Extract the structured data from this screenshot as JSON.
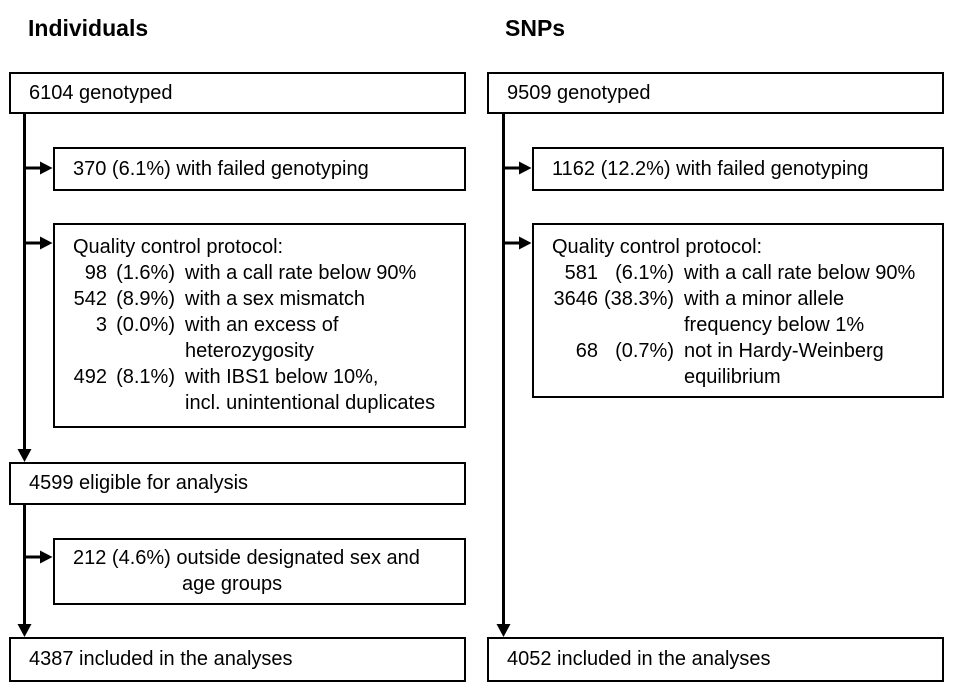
{
  "colors": {
    "ink": "#000000",
    "background": "#ffffff"
  },
  "left": {
    "heading": "Individuals",
    "box_genotyped": "6104 genotyped",
    "box_failed": "370 (6.1%) with failed genotyping",
    "qc": {
      "title": "Quality control protocol:",
      "lines": [
        {
          "num": "98",
          "pct": "(1.6%)",
          "text": "with a call rate below 90%"
        },
        {
          "num": "542",
          "pct": "(8.9%)",
          "text": "with a sex mismatch"
        },
        {
          "num": "3",
          "pct": "(0.0%)",
          "text": "with an excess of"
        },
        {
          "num": "",
          "pct": "",
          "text": "heterozygosity"
        },
        {
          "num": "492",
          "pct": "(8.1%)",
          "text": "with IBS1 below 10%,"
        },
        {
          "num": "",
          "pct": "",
          "text": "incl. unintentional duplicates"
        }
      ]
    },
    "box_eligible": "4599 eligible for analysis",
    "box_outside_line1": "212 (4.6%) outside designated sex and",
    "box_outside_line2": "age groups",
    "box_included": "4387 included in the analyses"
  },
  "right": {
    "heading": "SNPs",
    "box_genotyped": "9509 genotyped",
    "box_failed": "1162 (12.2%) with failed genotyping",
    "qc": {
      "title": "Quality control protocol:",
      "lines": [
        {
          "num": "581",
          "pct": "(6.1%)",
          "text": "with a call rate below 90%"
        },
        {
          "num": "3646",
          "pct": "(38.3%)",
          "text": "with a minor allele"
        },
        {
          "num": "",
          "pct": "",
          "text": "frequency below 1%"
        },
        {
          "num": "68",
          "pct": "(0.7%)",
          "text": "not in Hardy-Weinberg"
        },
        {
          "num": "",
          "pct": "",
          "text": "equilibrium"
        }
      ]
    },
    "box_included": "4052 included in the analyses"
  }
}
